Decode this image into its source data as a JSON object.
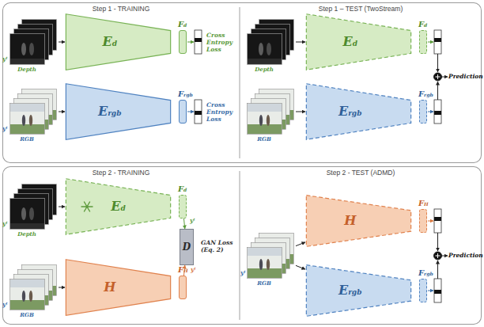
{
  "diagram": {
    "nodes": [
      {
        "text": [
          "Step 1 - TRAINING",
          "Step 1 – TEST (TwoStream)"
        ]
      },
      {
        "text": [
          "Depth"
        ],
        "in": 0
      },
      {
        "text": [
          "Ed"
        ],
        "in": 0
      },
      {
        "text": [
          "Fd"
        ],
        "in": 0
      },
      {
        "text": [
          "RGB"
        ],
        "in": 0
      },
      {
        "text": [
          "Ergb"
        ],
        "in": 0
      },
      {
        "text": [
          "Frgb"
        ],
        "in": 0
      },
      {
        "text": [
          "Depth"
        ],
        "in": 0
      },
      {
        "text": [
          "Ed"
        ],
        "in": 0
      },
      {
        "text": [
          "Fd"
        ],
        "in": 0
      },
      {
        "text": [
          "RGB"
        ],
        "in": 0
      },
      {
        "text": [
          "Ergb"
        ],
        "in": 0
      },
      {
        "text": [
          "Frgb"
        ],
        "in": 0
      },
      {
        "text": [
          "Step 2 - TRAINING",
          "Step 2 - TEST (ADMD)"
        ]
      },
      {
        "text": [
          "Depth"
        ],
        "in": 13
      },
      {
        "text": [
          "Ed"
        ],
        "in": 13
      },
      {
        "text": [
          "Fd"
        ],
        "in": 13
      },
      {
        "text": [
          "D"
        ],
        "in": 13
      },
      {
        "text": [
          "RGB"
        ],
        "in": 13
      },
      {
        "text": [
          "H"
        ],
        "in": 13
      },
      {
        "text": [
          "FH"
        ],
        "in": 13
      },
      {
        "text": [
          "RGB"
        ],
        "in": 13
      },
      {
        "text": [
          "H"
        ],
        "in": 13
      },
      {
        "text": [
          "FH"
        ],
        "in": 13
      },
      {
        "text": [
          "Ergb"
        ],
        "in": 13
      },
      {
        "text": [
          "Frgb"
        ],
        "in": 13
      }
    ],
    "edges": [
      {
        "from": 1,
        "to": 2,
        "arrow": "to"
      },
      {
        "from": 4,
        "to": 5,
        "arrow": "to"
      },
      {
        "from": 7,
        "to": 8,
        "arrow": "to"
      },
      {
        "from": 10,
        "to": 11,
        "arrow": "to"
      },
      {
        "from": 14,
        "to": 15,
        "arrow": "to"
      },
      {
        "from": 16,
        "to": 17,
        "arrow": "to"
      },
      {
        "from": 20,
        "to": 17,
        "arrow": "to"
      },
      {
        "from": 18,
        "to": 19,
        "arrow": "to"
      },
      {
        "from": 21,
        "to": 22,
        "arrow": "to"
      },
      {
        "from": 21,
        "to": 24,
        "arrow": "to"
      }
    ],
    "labels": [
      "yᵗ",
      "yᵗ",
      "Cross Entropy Loss",
      "Cross Entropy Loss",
      "Prediction",
      "yᵗ",
      "yᵗ",
      "yᵗ",
      "yᵗ",
      "GAN Loss (Eq. 2)",
      "yᵗ",
      "Prediction"
    ]
  }
}
